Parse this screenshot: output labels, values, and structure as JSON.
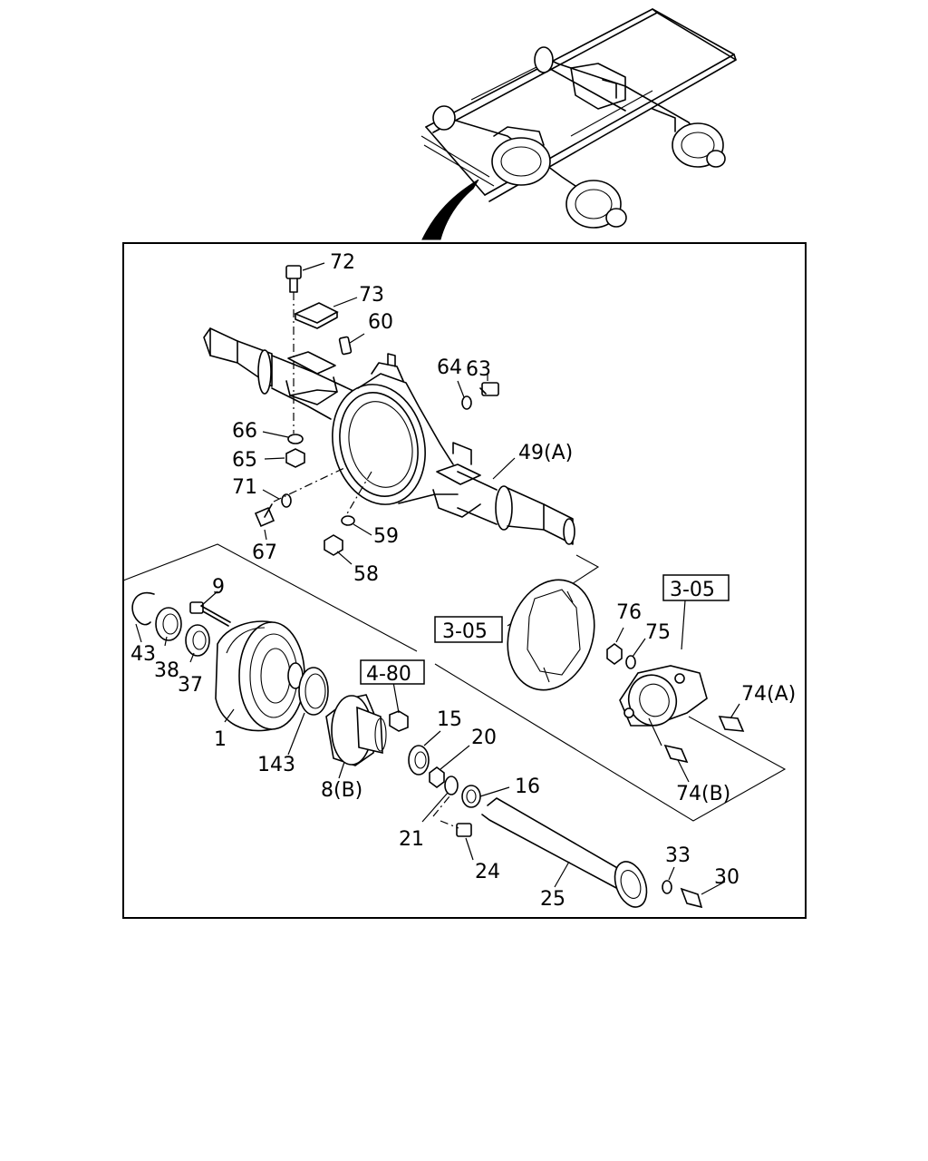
{
  "callouts": {
    "c72": "72",
    "c73": "73",
    "c60": "60",
    "c63": "63",
    "c64": "64",
    "c66": "66",
    "c65": "65",
    "c71": "71",
    "c67": "67",
    "c59": "59",
    "c58": "58",
    "c49a": "49(A)",
    "c9": "9",
    "c43": "43",
    "c38": "38",
    "c37": "37",
    "c1": "1",
    "c143": "143",
    "c8b": "8(B)",
    "c15": "15",
    "c20": "20",
    "c16": "16",
    "c21": "21",
    "c24": "24",
    "c25": "25",
    "c33": "33",
    "c30": "30",
    "c76": "76",
    "c75": "75",
    "c74a": "74(A)",
    "c74b": "74(B)"
  },
  "refs": {
    "r480": "4-80",
    "r305_left": "3-05",
    "r305_right": "3-05"
  }
}
